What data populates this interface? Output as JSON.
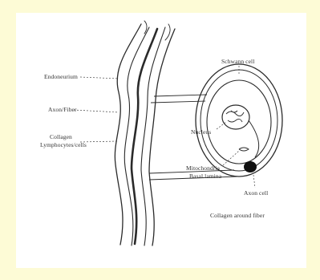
{
  "labels": {
    "endoneurium": "Endoneurium",
    "axon_left": "Axon/Fiber",
    "collagen": "Collagen",
    "collagen_2": "Lymphocytes/cells",
    "schwann_top": "Schwann cell",
    "nucleus": "Nucleus",
    "mitochondria": "Mitochondria",
    "basement": "Basal lamina",
    "myelin": "Axon cell",
    "collagen_bottom": "Collagen around fiber"
  },
  "colors": {
    "background": "#fdfbd6",
    "panel": "#ffffff",
    "ink": "#2a2a2a"
  }
}
